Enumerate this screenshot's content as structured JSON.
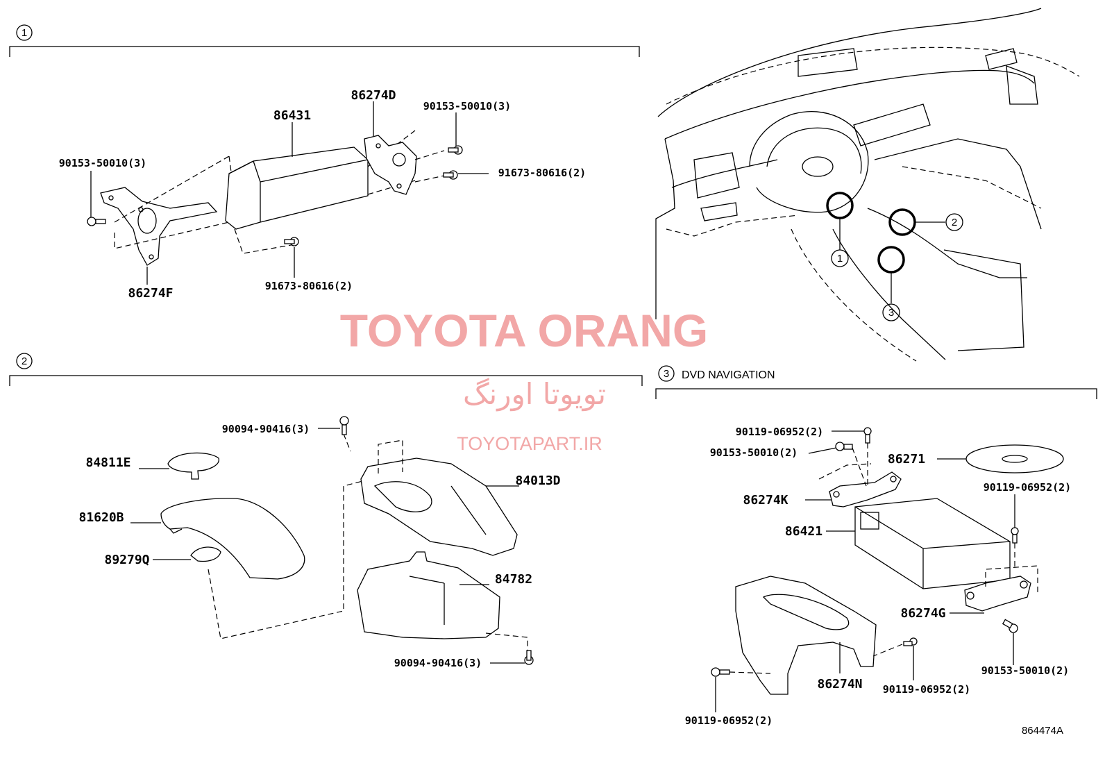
{
  "sections": [
    {
      "number": "1",
      "title": "",
      "parts": [
        "86431",
        "86274D",
        "90153-50010(3)",
        "90153-50010(3)",
        "91673-80616(2)",
        "91673-80616(2)",
        "86274F"
      ]
    },
    {
      "number": "2",
      "title": "",
      "parts": [
        "90094-90416(3)",
        "84811E",
        "84013D",
        "81620B",
        "89279Q",
        "84782",
        "90094-90416(3)"
      ]
    },
    {
      "number": "3",
      "title": "DVD NAVIGATION",
      "parts": [
        "90119-06952(2)",
        "90153-50010(2)",
        "86271",
        "86274K",
        "90119-06952(2)",
        "86421",
        "86274G",
        "90119-06952(2)",
        "90153-50010(2)",
        "86274N",
        "90119-06952(2)"
      ]
    }
  ],
  "overview_callouts": [
    "1",
    "2",
    "3"
  ],
  "watermark": {
    "brand": "TOYOTA ORANG",
    "brand_fa": "تویوتا اورنگ",
    "url": "TOYOTAPART.IR",
    "color": "#f2a7a7"
  },
  "diagram_id": "864474A"
}
